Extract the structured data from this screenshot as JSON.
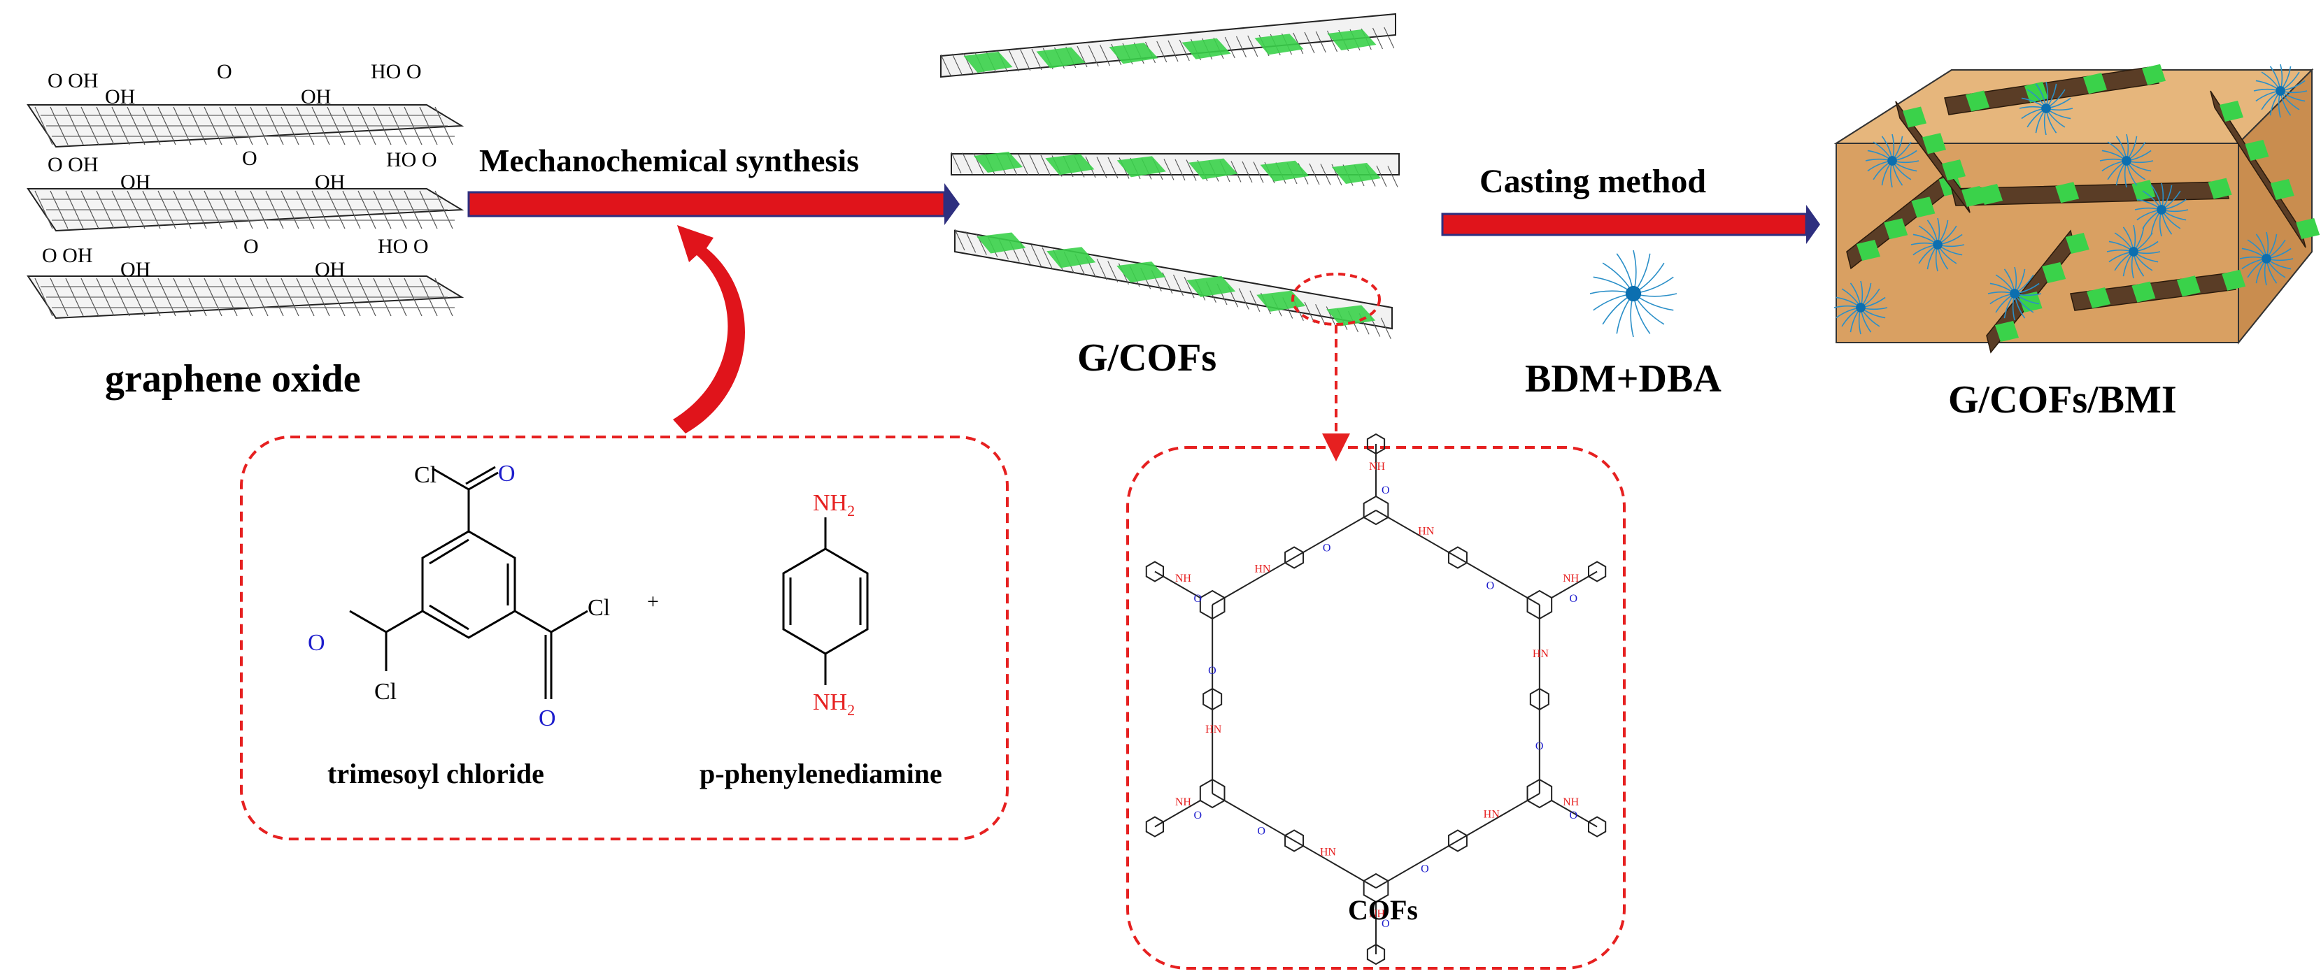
{
  "labels": {
    "graphene_oxide": "graphene oxide",
    "mechanochemical": "Mechanochemical synthesis",
    "g_cofs": "G/COFs",
    "casting": "Casting method",
    "bdm_dba": "BDM+DBA",
    "g_cofs_bmi": "G/COFs/BMI",
    "trimesoyl": "trimesoyl chloride",
    "ppd": "p-phenylenediamine",
    "cofs": "COFs",
    "plus": "+"
  },
  "groups": {
    "cooh": "HO",
    "oh": "OH",
    "o": "O",
    "cl": "Cl",
    "nh2": "NH",
    "sub2": "2",
    "hn": "HN",
    "nh": "NH"
  },
  "colors": {
    "arrow_red": "#e0141b",
    "arrow_navy": "#2e2f7f",
    "dash_red": "#e62020",
    "oxygen_blue": "#1d1dcc",
    "amine_red": "#e62020",
    "cof_green": "#3ad24a",
    "box_orange": "#d9a062",
    "bmi_blue": "#2a8fc8"
  }
}
